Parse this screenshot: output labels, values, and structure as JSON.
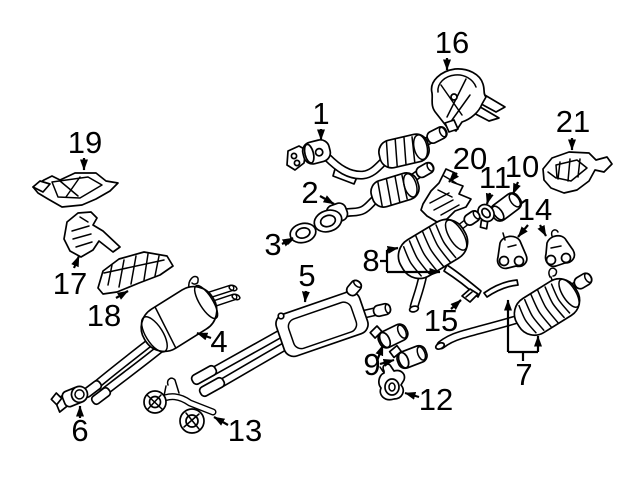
{
  "diagram": {
    "background_color": "#ffffff",
    "line_color": "#000000",
    "label_color": "#000000"
  },
  "callouts": [
    {
      "number": "1",
      "part": "catalytic-converter-pipe-front"
    },
    {
      "number": "2",
      "part": "catalytic-converter-pipe-rear"
    },
    {
      "number": "3",
      "part": "gasket-ring"
    },
    {
      "number": "4",
      "part": "front-muffler"
    },
    {
      "number": "5",
      "part": "center-muffler"
    },
    {
      "number": "6",
      "part": "pipe-clamp-front"
    },
    {
      "number": "7",
      "part": "rear-muffler-right"
    },
    {
      "number": "8",
      "part": "rear-muffler-left"
    },
    {
      "number": "9",
      "part": "clamp-pair"
    },
    {
      "number": "10",
      "part": "pipe-coupler-sleeve"
    },
    {
      "number": "11",
      "part": "coupler-clamp"
    },
    {
      "number": "12",
      "part": "rubber-hanger"
    },
    {
      "number": "13",
      "part": "support-bracket"
    },
    {
      "number": "14",
      "part": "mount-bracket-pair"
    },
    {
      "number": "15",
      "part": "retaining-clip"
    },
    {
      "number": "16",
      "part": "heat-shield-front"
    },
    {
      "number": "17",
      "part": "heat-shield-small-left"
    },
    {
      "number": "18",
      "part": "heat-shield-ribbed-left"
    },
    {
      "number": "19",
      "part": "heat-shield-upper-left"
    },
    {
      "number": "20",
      "part": "heat-shield-center"
    },
    {
      "number": "21",
      "part": "heat-shield-right"
    }
  ]
}
